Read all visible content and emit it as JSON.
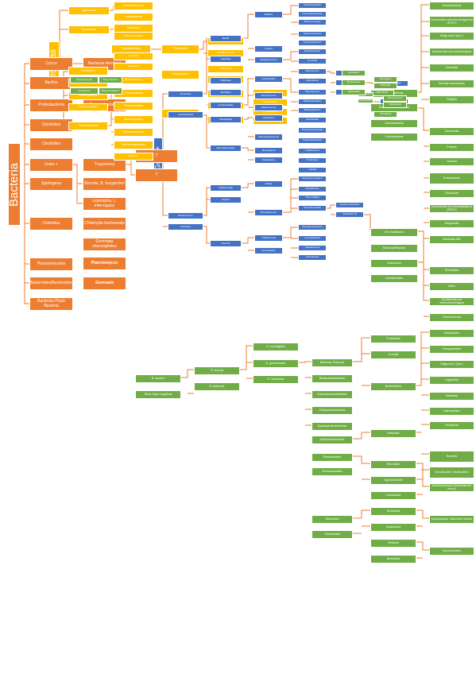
{
  "colors": {
    "orange": "#ed7d31",
    "yellow": "#ffc000",
    "blue": "#4472c4",
    "green": "#70ad47",
    "connector": "#ed7d31"
  },
  "nodes": [
    {
      "id": "bacteria",
      "text": "Bacteria",
      "color": "orange"
    },
    {
      "id": "arqueas",
      "text": "Arqueas",
      "color": "yellow"
    },
    {
      "id": "gram",
      "text": "Gram +",
      "color": "blue"
    },
    {
      "id": "o1",
      "text": "Cocos",
      "color": "orange"
    },
    {
      "id": "o2",
      "text": "Bacilos",
      "color": "orange"
    },
    {
      "id": "o3",
      "text": "Proteobacteria",
      "color": "orange"
    },
    {
      "id": "o4",
      "text": "Clostridios",
      "color": "orange"
    },
    {
      "id": "o5",
      "text": "Clostridios",
      "color": "orange"
    },
    {
      "id": "o6",
      "text": "Gram +",
      "color": "orange"
    },
    {
      "id": "o7",
      "text": "Spirilogena",
      "color": "orange"
    },
    {
      "id": "o8",
      "text": "Clamidias",
      "color": "orange"
    },
    {
      "id": "o9",
      "text": "Planctomycetes",
      "color": "orange"
    },
    {
      "id": "o10",
      "text": "Bacteroides/Bacteroides",
      "color": "orange"
    },
    {
      "id": "o11",
      "text": "Bacterias Phylo Bacteria",
      "color": "orange"
    },
    {
      "id": "o12",
      "text": "Bacterias Aerobias",
      "color": "orange"
    },
    {
      "id": "o13",
      "text": "Algunas bacterias",
      "color": "orange"
    },
    {
      "id": "o14",
      "text": "Treponema",
      "color": "orange"
    },
    {
      "id": "o15",
      "text": "Borrelia, B. burgdorferi",
      "color": "orange"
    },
    {
      "id": "o16",
      "text": "Leptospira, L. interrogans",
      "color": "orange"
    },
    {
      "id": "o17",
      "text": "Chlamydia trachomatis",
      "color": "orange"
    },
    {
      "id": "o18",
      "text": "Gemmata obscuriglobus",
      "color": "orange"
    },
    {
      "id": "o19",
      "text": "Planctomyces",
      "color": "orange"
    },
    {
      "id": "o20",
      "text": "Gemmata",
      "color": "orange"
    },
    {
      "id": "o21",
      "text": "T",
      "color": "orange"
    },
    {
      "id": "o22",
      "text": "T",
      "color": "orange"
    },
    {
      "id": "y1",
      "text": "Ignicoccus",
      "color": "yellow"
    },
    {
      "id": "y2",
      "text": "Pyrococcus",
      "color": "yellow"
    },
    {
      "id": "y3",
      "text": "Methanococcus",
      "color": "yellow"
    },
    {
      "id": "y4",
      "text": "Halobacterias",
      "color": "yellow"
    },
    {
      "id": "y5",
      "text": "Sulfolobus",
      "color": "yellow"
    },
    {
      "id": "y6",
      "text": "Thermoproteus",
      "color": "yellow"
    },
    {
      "id": "y7",
      "text": "Pyrodictium",
      "color": "yellow"
    },
    {
      "id": "y8",
      "text": "Nanoarchaeum",
      "color": "yellow"
    },
    {
      "id": "y9",
      "text": "Korarchaeota",
      "color": "yellow"
    },
    {
      "id": "y10",
      "text": "Crenarchaeota",
      "color": "yellow"
    },
    {
      "id": "y11",
      "text": "Euryarchaeota",
      "color": "yellow"
    },
    {
      "id": "y12",
      "text": "Thermoplasma",
      "color": "yellow"
    },
    {
      "id": "y13",
      "text": "Archaeoglobus",
      "color": "yellow"
    },
    {
      "id": "y14",
      "text": "Methanosarcina",
      "color": "yellow"
    },
    {
      "id": "y15",
      "text": "Methanobacterium",
      "color": "yellow"
    },
    {
      "id": "y16",
      "text": "Halobacterium",
      "color": "yellow"
    },
    {
      "id": "y17",
      "text": "Picrophilus",
      "color": "yellow"
    },
    {
      "id": "y18",
      "text": "Ferroplasma",
      "color": "yellow"
    },
    {
      "id": "y19",
      "text": "Methanopyrus",
      "color": "yellow"
    },
    {
      "id": "y20",
      "text": "Thermococcus",
      "color": "yellow"
    },
    {
      "id": "y21",
      "text": "Desulfurococcus",
      "color": "yellow"
    },
    {
      "id": "y22",
      "text": "Aeropyrum",
      "color": "yellow"
    },
    {
      "id": "y23",
      "text": "Staphylothermus",
      "color": "yellow"
    },
    {
      "id": "y24",
      "text": "Acidianus",
      "color": "yellow"
    },
    {
      "id": "y25",
      "text": "Metallosphaera",
      "color": "yellow"
    },
    {
      "id": "y26",
      "text": "Thermofilum",
      "color": "yellow"
    },
    {
      "id": "y27",
      "text": "Caldivirga",
      "color": "yellow"
    },
    {
      "id": "y28",
      "text": "Vulcanisaeta",
      "color": "yellow"
    },
    {
      "id": "y29",
      "text": "Pyrobaculum",
      "color": "yellow"
    },
    {
      "id": "y30",
      "text": "Hyperthermus",
      "color": "yellow"
    },
    {
      "id": "y31",
      "text": "Methanothermus",
      "color": "yellow"
    },
    {
      "id": "y32",
      "text": "Natronobacterium",
      "color": "yellow"
    },
    {
      "id": "y33",
      "text": "Haloferax",
      "color": "yellow"
    },
    {
      "id": "y34",
      "text": "Haloarcula",
      "color": "yellow"
    },
    {
      "id": "y35",
      "text": "Natrialba",
      "color": "yellow"
    },
    {
      "id": "b1",
      "text": "Firmicutes",
      "color": "blue"
    },
    {
      "id": "b2",
      "text": "Actinobacteria",
      "color": "blue"
    },
    {
      "id": "b3",
      "text": "Bacilli",
      "color": "blue"
    },
    {
      "id": "b4",
      "text": "Clostridia",
      "color": "blue"
    },
    {
      "id": "b5",
      "text": "Mollicutes",
      "color": "blue"
    },
    {
      "id": "b6",
      "text": "Bacillales",
      "color": "blue"
    },
    {
      "id": "b7",
      "text": "Lactobacillales",
      "color": "blue"
    },
    {
      "id": "b8",
      "text": "Clostridiales",
      "color": "blue"
    },
    {
      "id": "b9",
      "text": "Mycoplasmatales",
      "color": "blue"
    },
    {
      "id": "b10",
      "text": "Bacillus",
      "color": "blue"
    },
    {
      "id": "b11",
      "text": "Listeria",
      "color": "blue"
    },
    {
      "id": "b12",
      "text": "Staphylococcus",
      "color": "blue"
    },
    {
      "id": "b13",
      "text": "Lactobacillus",
      "color": "blue"
    },
    {
      "id": "b14",
      "text": "Streptococcus",
      "color": "blue"
    },
    {
      "id": "b15",
      "text": "Enterococcus",
      "color": "blue"
    },
    {
      "id": "b16",
      "text": "Clostridium",
      "color": "blue"
    },
    {
      "id": "b17",
      "text": "Peptostreptococcus",
      "color": "blue"
    },
    {
      "id": "b18",
      "text": "Mycoplasma",
      "color": "blue"
    },
    {
      "id": "b19",
      "text": "Ureaplasma",
      "color": "blue"
    },
    {
      "id": "b20",
      "text": "Actinomycetales",
      "color": "blue"
    },
    {
      "id": "b21",
      "text": "Corynebacterineae",
      "color": "blue"
    },
    {
      "id": "b22",
      "text": "Micrococcineae",
      "color": "blue"
    },
    {
      "id": "b23",
      "text": "Streptomycineae",
      "color": "blue"
    },
    {
      "id": "b24",
      "text": "Corynebacterium",
      "color": "blue"
    },
    {
      "id": "b25",
      "text": "Mycobacterium",
      "color": "blue"
    },
    {
      "id": "b26",
      "text": "Nocardia",
      "color": "blue"
    },
    {
      "id": "b27",
      "text": "Micrococcus",
      "color": "blue"
    },
    {
      "id": "b28",
      "text": "Arthrobacter",
      "color": "blue"
    },
    {
      "id": "b29",
      "text": "Streptomyces",
      "color": "blue"
    },
    {
      "id": "b30",
      "text": "Bifidobacteriales",
      "color": "blue"
    },
    {
      "id": "b31",
      "text": "Bifidobacterium",
      "color": "blue"
    },
    {
      "id": "b32",
      "text": "Gardnerella",
      "color": "blue"
    },
    {
      "id": "b33",
      "text": "Propionibacterineae",
      "color": "blue"
    },
    {
      "id": "b34",
      "text": "Propionibacterium",
      "color": "blue"
    },
    {
      "id": "b35",
      "text": "Cutibacterium",
      "color": "blue"
    },
    {
      "id": "b36",
      "text": "Frankineae",
      "color": "blue"
    },
    {
      "id": "b37",
      "text": "Frankia",
      "color": "blue"
    },
    {
      "id": "b38",
      "text": "Actinoplanes",
      "color": "blue"
    },
    {
      "id": "b39",
      "text": "Micromonospora",
      "color": "blue"
    },
    {
      "id": "b40",
      "text": "Glycomycineae",
      "color": "blue"
    },
    {
      "id": "b41",
      "text": "Glycomyces",
      "color": "blue"
    },
    {
      "id": "b42",
      "text": "Tropheryma",
      "color": "blue"
    },
    {
      "id": "b43",
      "text": "Actinomyces",
      "color": "blue"
    },
    {
      "id": "b44",
      "text": "Mobiluncus",
      "color": "blue"
    },
    {
      "id": "b45",
      "text": "Dermatophilus",
      "color": "blue"
    },
    {
      "id": "b46",
      "text": "Rhodococcus",
      "color": "blue"
    },
    {
      "id": "b47",
      "text": "Gordonia",
      "color": "blue"
    },
    {
      "id": "b48",
      "text": "Tsukamurella",
      "color": "blue"
    },
    {
      "id": "b49",
      "text": "Dietzia",
      "color": "blue"
    },
    {
      "id": "b50",
      "text": "Kocuria",
      "color": "blue"
    },
    {
      "id": "b51",
      "text": "Rothia",
      "color": "blue"
    },
    {
      "id": "b52",
      "text": "Brevibacterium",
      "color": "blue"
    },
    {
      "id": "b53",
      "text": "Cellulomonas",
      "color": "blue"
    },
    {
      "id": "b54",
      "text": "Dermabacter",
      "color": "blue"
    },
    {
      "id": "b55",
      "text": "Streptosporangium",
      "color": "blue"
    },
    {
      "id": "b56",
      "text": "Nocardiopsis",
      "color": "blue"
    },
    {
      "id": "b57",
      "text": "Thermobifida",
      "color": "blue"
    },
    {
      "id": "b58",
      "text": "Pseudonocardia",
      "color": "blue"
    },
    {
      "id": "b59",
      "text": "Saccharopolyspora",
      "color": "blue"
    },
    {
      "id": "b60",
      "text": "Amycolatopsis",
      "color": "blue"
    },
    {
      "id": "b61",
      "text": "Kitasatospora",
      "color": "blue"
    },
    {
      "id": "b62",
      "text": "Kineosporia",
      "color": "blue"
    },
    {
      "id": "b63",
      "text": "Geodermatophilus",
      "color": "blue"
    },
    {
      "id": "b64",
      "text": "Acidothermus",
      "color": "blue"
    },
    {
      "id": "g1",
      "text": "Enterobacteria",
      "color": "green"
    },
    {
      "id": "g2",
      "text": "Escherichia coli enterotoxigénica (ETEC)",
      "color": "green"
    },
    {
      "id": "g3",
      "text": "Shiga toxin Type II",
      "color": "green"
    },
    {
      "id": "g4",
      "text": "Escherichia coli enteroinvasiva",
      "color": "green"
    },
    {
      "id": "g5",
      "text": "Klebsiella",
      "color": "green"
    },
    {
      "id": "g6",
      "text": "Serratia marcescens",
      "color": "green"
    },
    {
      "id": "g7",
      "text": "Shigella",
      "color": "green"
    },
    {
      "id": "g8",
      "text": "Salmonella",
      "color": "green"
    },
    {
      "id": "g9",
      "text": "Proteus",
      "color": "green"
    },
    {
      "id": "g10",
      "text": "Yersinia",
      "color": "green"
    },
    {
      "id": "g11",
      "text": "Enterobacter",
      "color": "green"
    },
    {
      "id": "g12",
      "text": "Citrobacter",
      "color": "green"
    },
    {
      "id": "g13",
      "text": "Escherichia coli enteropatógena (EPEC)",
      "color": "green"
    },
    {
      "id": "g14",
      "text": "Morganella",
      "color": "green"
    },
    {
      "id": "g15",
      "text": "Bacterias Alfa",
      "color": "green"
    },
    {
      "id": "g16",
      "text": "Rickettsias",
      "color": "green"
    },
    {
      "id": "g17",
      "text": "Vibrio",
      "color": "green"
    },
    {
      "id": "g18",
      "text": "Escherichia coli enterohemorrágica",
      "color": "green"
    },
    {
      "id": "g19",
      "text": "Pseudomonas",
      "color": "green"
    },
    {
      "id": "g20",
      "text": "Helicobacter",
      "color": "green"
    },
    {
      "id": "g21",
      "text": "Campylobacter",
      "color": "green"
    },
    {
      "id": "g22",
      "text": "Shiga toxin Type I",
      "color": "green"
    },
    {
      "id": "g23",
      "text": "Legionella",
      "color": "green"
    },
    {
      "id": "g24",
      "text": "Neisseria",
      "color": "green"
    },
    {
      "id": "g25",
      "text": "Haemophilus",
      "color": "green"
    },
    {
      "id": "g26",
      "text": "Bordetella",
      "color": "green"
    },
    {
      "id": "g27",
      "text": "Brucella",
      "color": "green"
    },
    {
      "id": "g28",
      "text": "Desulfovibrio / Bdellovibrio",
      "color": "green"
    },
    {
      "id": "g29",
      "text": "Desulfuromonas (Bacterias del hierro)",
      "color": "green"
    },
    {
      "id": "g30",
      "text": "Espiroquetas / Bacterias Verdes",
      "color": "green"
    },
    {
      "id": "g31",
      "text": "Myxococcales",
      "color": "green"
    },
    {
      "id": "g32",
      "text": "Sulfobacterias",
      "color": "green"
    },
    {
      "id": "g33",
      "text": "Bacterias Fotosintéticas",
      "color": "green"
    },
    {
      "id": "g34",
      "text": "Cianobacterias",
      "color": "green"
    },
    {
      "id": "g35",
      "text": "Chlorobiaceae",
      "color": "green"
    },
    {
      "id": "g36",
      "text": "Chromatiaceae",
      "color": "green"
    },
    {
      "id": "g37",
      "text": "Rhodospirillaceae",
      "color": "green"
    },
    {
      "id": "g38",
      "text": "Nostocales",
      "color": "green"
    },
    {
      "id": "g39",
      "text": "Oscillatoriales",
      "color": "green"
    },
    {
      "id": "g40",
      "text": "N. meningitidis",
      "color": "green"
    },
    {
      "id": "g41",
      "text": "N. gonorrhoeae",
      "color": "green"
    },
    {
      "id": "g42",
      "text": "H. influenzae",
      "color": "green"
    },
    {
      "id": "g43",
      "text": "H. ducreyi",
      "color": "green"
    },
    {
      "id": "g44",
      "text": "B. pertussis",
      "color": "green"
    },
    {
      "id": "g45",
      "text": "B. abortus",
      "color": "green"
    },
    {
      "id": "g46",
      "text": "Otras Gram negativas",
      "color": "green"
    },
    {
      "id": "g47",
      "text": "Bacterias Púrpuras",
      "color": "green"
    },
    {
      "id": "g48",
      "text": "Betaproteobacterias",
      "color": "green"
    },
    {
      "id": "g49",
      "text": "Gammaproteobacterias",
      "color": "green"
    },
    {
      "id": "g50",
      "text": "Deltaproteobacterias",
      "color": "green"
    },
    {
      "id": "g51",
      "text": "Epsilonproteobacterias",
      "color": "green"
    },
    {
      "id": "g52",
      "text": "Alfaproteobacterias",
      "color": "green"
    },
    {
      "id": "g53",
      "text": "Pasteurellales",
      "color": "green"
    },
    {
      "id": "g54",
      "text": "Aeromonadales",
      "color": "green"
    },
    {
      "id": "g55",
      "text": "Vibrionales",
      "color": "green"
    },
    {
      "id": "g56",
      "text": "Thiotrichales",
      "color": "green"
    },
    {
      "id": "g57",
      "text": "Francisella",
      "color": "green"
    },
    {
      "id": "g58",
      "text": "Coxiella",
      "color": "green"
    },
    {
      "id": "g59",
      "text": "Burkholderia",
      "color": "green"
    },
    {
      "id": "g60",
      "text": "Ralstonia",
      "color": "green"
    },
    {
      "id": "g61",
      "text": "Rhizobium",
      "color": "green"
    },
    {
      "id": "g62",
      "text": "Agrobacterium",
      "color": "green"
    },
    {
      "id": "g63",
      "text": "Caulobacter",
      "color": "green"
    },
    {
      "id": "g64",
      "text": "Wolbachia",
      "color": "green"
    },
    {
      "id": "g65",
      "text": "Anaplasma",
      "color": "green"
    },
    {
      "id": "g66",
      "text": "Ehrlichia",
      "color": "green"
    },
    {
      "id": "g67",
      "text": "Bartonella",
      "color": "green"
    },
    {
      "id": "g68",
      "text": "Sphingomonas",
      "color": "green"
    },
    {
      "id": "g69",
      "text": "Acetobacter",
      "color": "green"
    },
    {
      "id": "g70",
      "text": "Gluconobacter",
      "color": "green"
    },
    {
      "id": "g71",
      "text": "Magnetospirillum",
      "color": "green"
    },
    {
      "id": "g72",
      "text": "Nitrobacter",
      "color": "green"
    },
    {
      "id": "g73",
      "text": "Nitrosomonas",
      "color": "green"
    },
    {
      "id": "g74",
      "text": "Thiobacillus",
      "color": "green"
    },
    {
      "id": "g75",
      "text": "Bdellovibrio",
      "color": "green"
    },
    {
      "id": "g76",
      "text": "Desulfovibrio",
      "color": "green"
    },
    {
      "id": "g77",
      "text": "Geobacter",
      "color": "green"
    },
    {
      "id": "g78",
      "text": "Myxococcus",
      "color": "green"
    },
    {
      "id": "g79",
      "text": "Stigmatella",
      "color": "green"
    },
    {
      "id": "g80",
      "text": "Sorangium",
      "color": "green"
    },
    {
      "id": "g81",
      "text": "Wolinella",
      "color": "green"
    },
    {
      "id": "g82",
      "text": "Arcobacter",
      "color": "green"
    }
  ]
}
